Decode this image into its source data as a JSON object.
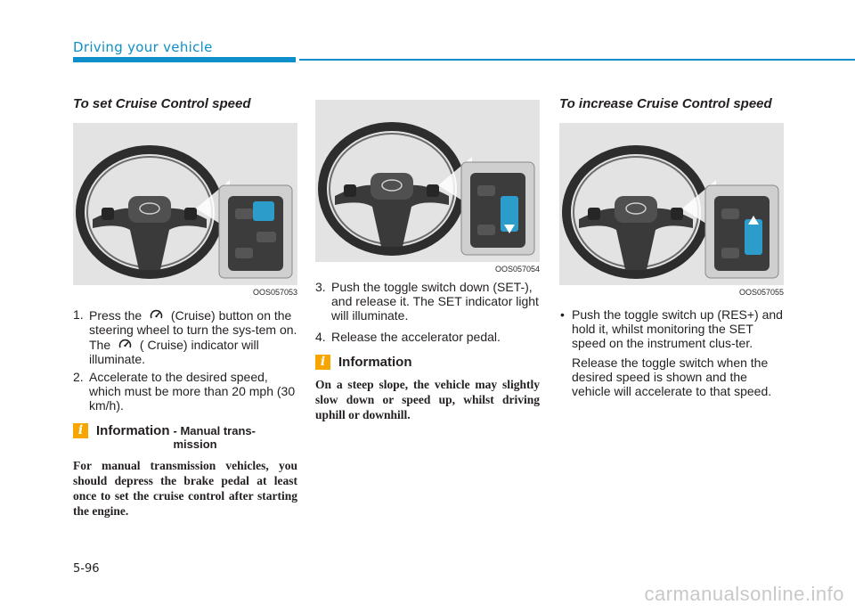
{
  "header": {
    "section_title": "Driving your vehicle"
  },
  "col1": {
    "heading": "To set Cruise Control speed",
    "figure_code": "OOS057053",
    "step1_num": "1.",
    "step1_a": "Press the",
    "step1_b": "(Cruise) button on the steering wheel to turn the sys-tem on. The",
    "step1_c": "( Cruise) indicator will illuminate.",
    "step2_num": "2.",
    "step2_text": "Accelerate to the desired speed, which must be more than 20 mph (30 km/h).",
    "info_title": "Information",
    "info_sub": "- Manual trans- mission",
    "info_body": "For manual transmission vehicles, you should depress the brake pedal at least once to set the cruise control after starting the engine."
  },
  "col2": {
    "figure_code": "OOS057054",
    "step3_num": "3.",
    "step3_text": "Push the toggle switch down (SET-), and release it. The SET indicator light will illuminate.",
    "step4_num": "4.",
    "step4_text": "Release the accelerator pedal.",
    "info_title": "Information",
    "info_body": "On a steep slope, the vehicle may slightly slow down or speed up, whilst driving uphill or downhill."
  },
  "col3": {
    "heading": "To increase Cruise Control speed",
    "figure_code": "OOS057055",
    "bullet_mark": "•",
    "bullet_text": "Push the toggle switch up (RES+) and hold it, whilst monitoring the SET speed on the instrument clus-ter.",
    "para_text": "Release the toggle switch when the desired speed is shown and the vehicle will accelerate to that speed."
  },
  "info_icon_glyph": "i",
  "footer": {
    "page_number": "5-96"
  },
  "watermark": "carmanualsonline.info",
  "colors": {
    "accent": "#0f8fc9",
    "info_icon": "#f7a600",
    "figure_bg": "#e4e3e3",
    "highlight": "#2aa6d9"
  }
}
